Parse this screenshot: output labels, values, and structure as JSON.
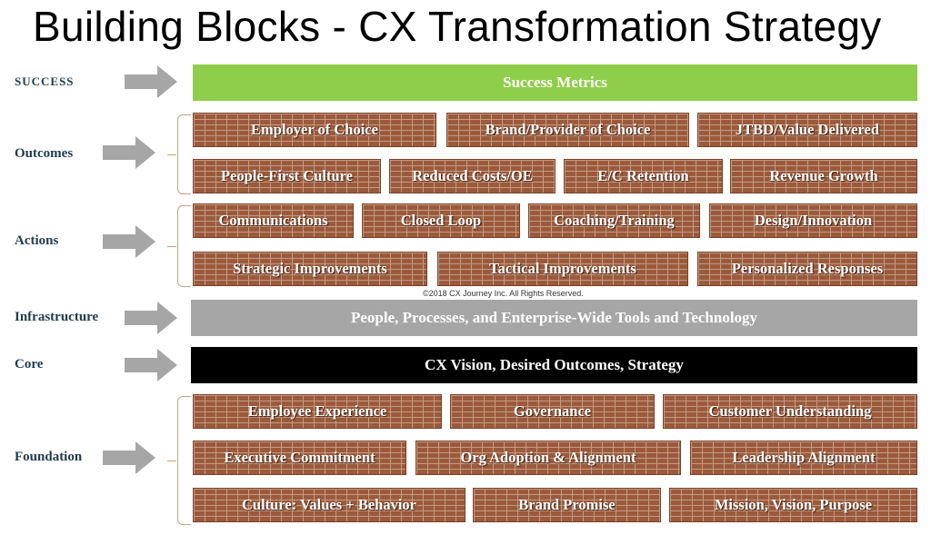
{
  "title": "Building Blocks - CX Transformation Strategy",
  "colors": {
    "success": "#8fce4a",
    "infrastructure": "#a6a6a6",
    "core": "#000000",
    "brick": "#9b5a3c",
    "arrow": "#a6a6a6",
    "bracket": "#c9a27a"
  },
  "rows": {
    "success": {
      "label": "SUCCESS",
      "bar": "Success Metrics"
    },
    "outcomes": {
      "label": "Outcomes",
      "bricks": [
        "Employer of Choice",
        "Brand/Provider of Choice",
        "JTBD/Value Delivered",
        "People-First Culture",
        "Reduced Costs/OE",
        "E/C Retention",
        "Revenue Growth"
      ]
    },
    "actions": {
      "label": "Actions",
      "bricks": [
        "Communications",
        "Closed Loop",
        "Coaching/Training",
        "Design/Innovation",
        "Strategic  Improvements",
        "Tactical Improvements",
        "Personalized Responses"
      ]
    },
    "infrastructure": {
      "label": "Infrastructure",
      "bar": "People, Processes, and Enterprise-Wide Tools and Technology"
    },
    "core": {
      "label": "Core",
      "bar": "CX Vision, Desired Outcomes, Strategy"
    },
    "foundation": {
      "label": "Foundation",
      "bricks": [
        "Employee Experience",
        "Governance",
        "Customer Understanding",
        "Executive Commitment",
        "Org Adoption & Alignment",
        "Leadership Alignment",
        "Culture: Values + Behavior",
        "Brand Promise",
        "Mission, Vision, Purpose"
      ]
    }
  },
  "copyright": "©2018 CX Journey Inc. All Rights Reserved."
}
